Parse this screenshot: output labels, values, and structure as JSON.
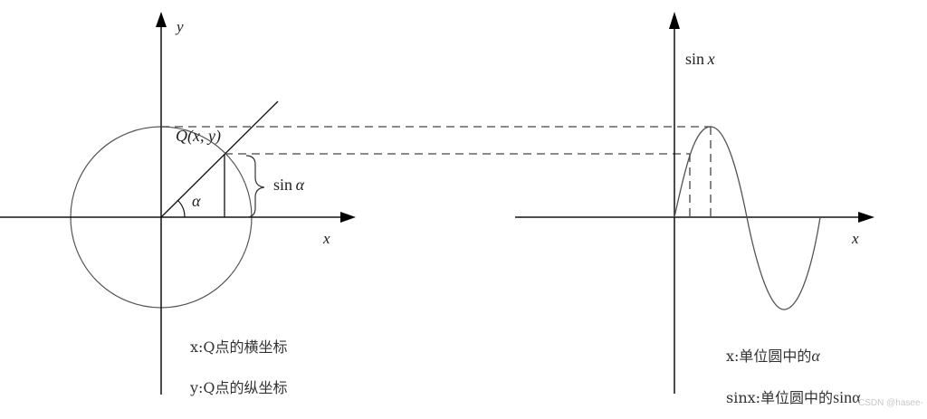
{
  "left_diagram": {
    "axis_y_label": "y",
    "axis_x_label": "x",
    "point_label": "Q(x, y)",
    "angle_label": "α",
    "sin_label_prefix": "sin",
    "sin_label_symbol": "α",
    "notes": [
      "x:Q点的横坐标",
      "y:Q点的纵坐标"
    ]
  },
  "right_diagram": {
    "axis_y_label_prefix": "sin",
    "axis_y_label_var": "x",
    "axis_x_label": "x",
    "notes": [
      {
        "text": "x:单位圆中的",
        "symbol": "α"
      },
      {
        "text": "sinx:单位圆中的",
        "symbol": "sinα"
      }
    ]
  },
  "watermark": "CSDN @hasee-",
  "colors": {
    "line": "#111111",
    "curve": "#555555",
    "dash": "#444444"
  }
}
